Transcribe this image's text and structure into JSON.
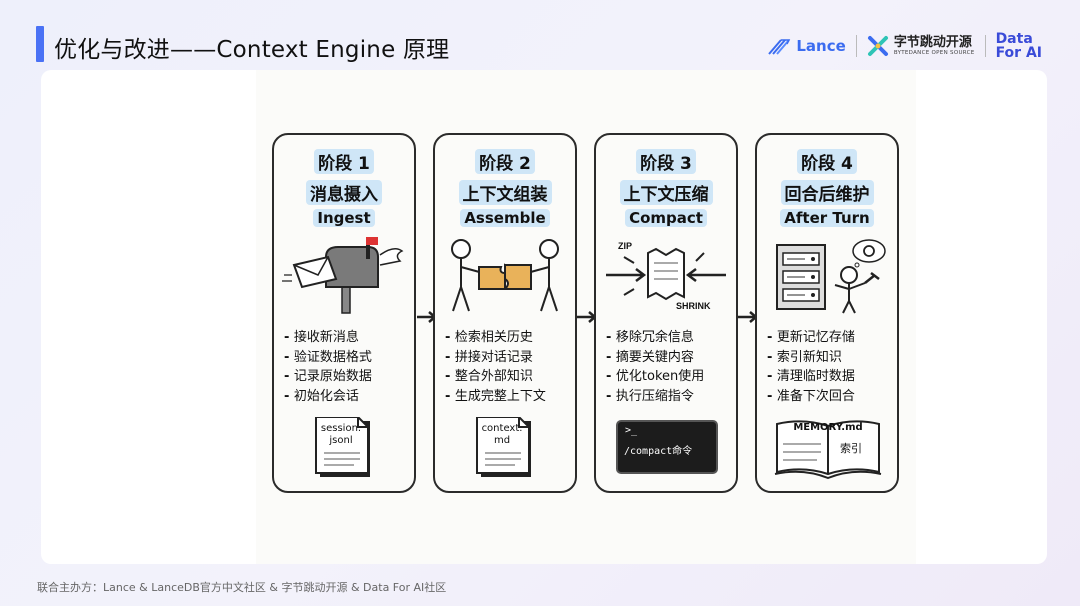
{
  "slide": {
    "title": "优化与改进——Context Engine 原理",
    "footer": "联合主办方：Lance & LanceDB官方中文社区 & 字节跳动开源 & Data For AI社区"
  },
  "logos": {
    "lance": "Lance",
    "bytedance_cn": "字节跳动开源",
    "bytedance_en": "BYTEDANCE OPEN SOURCE",
    "dataforai_line1": "Data",
    "dataforai_line2": "For AI"
  },
  "colors": {
    "accent": "#4a72f5",
    "highlight": "#cfe6f7",
    "lance": "#3b6cf0"
  },
  "stages": [
    {
      "num": "阶段 1",
      "cn": "消息摄入",
      "en": "Ingest",
      "illustration": "mailbox-icon",
      "tasks": [
        "接收新消息",
        "验证数据格式",
        "记录原始数据",
        "初始化会话"
      ],
      "artifact": {
        "type": "document",
        "label": "session.\njsonl"
      }
    },
    {
      "num": "阶段 2",
      "cn": "上下文组装",
      "en": "Assemble",
      "illustration": "puzzle-people-icon",
      "tasks": [
        "检索相关历史",
        "拼接对话记录",
        "整合外部知识",
        "生成完整上下文"
      ],
      "artifact": {
        "type": "document",
        "label": "context.\nmd"
      }
    },
    {
      "num": "阶段 3",
      "cn": "上下文压缩",
      "en": "Compact",
      "illustration": "compress-paper-icon",
      "illustration_text": {
        "zip": "ZIP",
        "shrink": "SHRINK"
      },
      "tasks": [
        "移除冗余信息",
        "摘要关键内容",
        "优化token使用",
        "执行压缩指令"
      ],
      "artifact": {
        "type": "terminal",
        "prompt": ">_",
        "command": "/compact命令"
      }
    },
    {
      "num": "阶段 4",
      "cn": "回合后维护",
      "en": "After Turn",
      "illustration": "server-maintenance-icon",
      "tasks": [
        "更新记忆存储",
        "索引新知识",
        "清理临时数据",
        "准备下次回合"
      ],
      "artifact": {
        "type": "book",
        "title": "MEMORY.md",
        "subtitle": "索引"
      }
    }
  ]
}
